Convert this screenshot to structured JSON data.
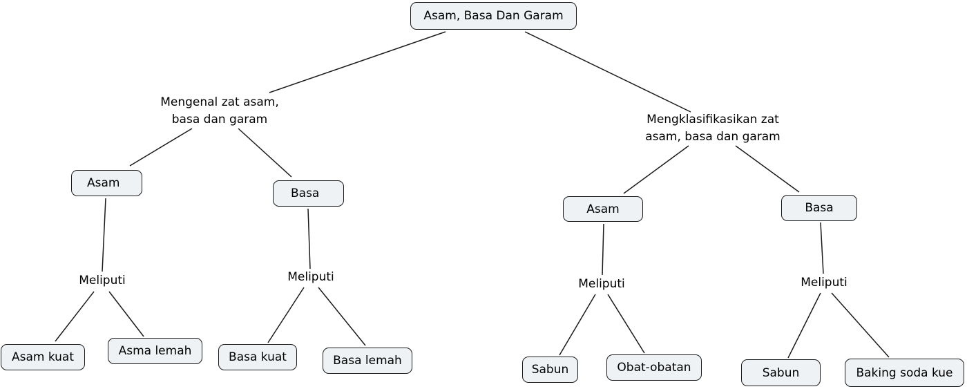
{
  "diagram": {
    "root": "Asam, Basa Dan Garam",
    "left": {
      "phrase": [
        "Mengenal zat asam,",
        "basa dan garam"
      ],
      "asam": {
        "label": "Asam",
        "linking": "Meliputi",
        "children": [
          "Asam kuat",
          "Asma lemah"
        ]
      },
      "basa": {
        "label": "Basa",
        "linking": "Meliputi",
        "children": [
          "Basa kuat",
          "Basa lemah"
        ]
      }
    },
    "right": {
      "phrase": [
        "Mengklasifikasikan zat",
        "asam, basa dan garam"
      ],
      "asam": {
        "label": "Asam",
        "linking": "Meliputi",
        "children": [
          "Sabun",
          "Obat-obatan"
        ]
      },
      "basa": {
        "label": "Basa",
        "linking": "Meliputi",
        "children": [
          "Sabun",
          "Baking soda kue"
        ]
      }
    }
  }
}
